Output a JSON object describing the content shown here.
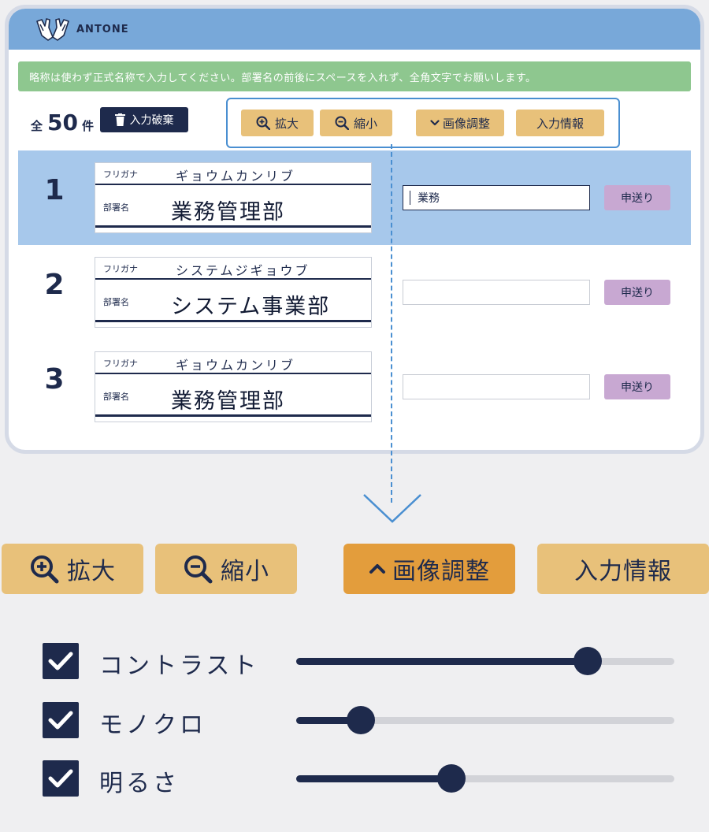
{
  "app": {
    "logo_text": "ANTONE"
  },
  "notice": "略称は使わず正式名称で入力してください。部署名の前後にスペースを入れず、全角文字でお願いします。",
  "count": {
    "prefix": "全",
    "value": "50",
    "suffix": "件"
  },
  "discard_label": "入力破棄",
  "toolbar": {
    "zoom_in": "拡大",
    "zoom_out": "縮小",
    "image_adjust": "画像調整",
    "input_info": "入力情報"
  },
  "rows": [
    {
      "number": "1",
      "furigana_label": "フリガナ",
      "furigana": "ギョウムカンリブ",
      "dept_label": "部署名",
      "dept": "業務管理部",
      "input_value": "業務",
      "send_label": "申送り"
    },
    {
      "number": "2",
      "furigana_label": "フリガナ",
      "furigana": "システムジギョウブ",
      "dept_label": "部署名",
      "dept": "システム事業部",
      "input_value": "",
      "send_label": "申送り"
    },
    {
      "number": "3",
      "furigana_label": "フリガナ",
      "furigana": "ギョウムカンリブ",
      "dept_label": "部署名",
      "dept": "業務管理部",
      "input_value": "",
      "send_label": "申送り"
    }
  ],
  "expanded_toolbar": {
    "zoom_in": "拡大",
    "zoom_out": "縮小",
    "image_adjust": "画像調整",
    "input_info": "入力情報"
  },
  "adjustments": [
    {
      "label": "コントラスト",
      "checked": true,
      "value": 0.77
    },
    {
      "label": "モノクロ",
      "checked": true,
      "value": 0.17
    },
    {
      "label": "明るさ",
      "checked": true,
      "value": 0.41
    }
  ],
  "colors": {
    "header": "#78a8d9",
    "notice": "#8ec78f",
    "navy": "#1e2a4c",
    "tool_button": "#e8c17a",
    "tool_button_active": "#e39d3c",
    "send_button": "#c8a8d2",
    "active_row": "#a7c8eb"
  },
  "icons": [
    "logo-hands-icon",
    "trash-icon",
    "zoom-in-icon",
    "zoom-out-icon",
    "chevron-down-icon",
    "chevron-up-icon",
    "arrow-down-icon",
    "check-icon"
  ]
}
